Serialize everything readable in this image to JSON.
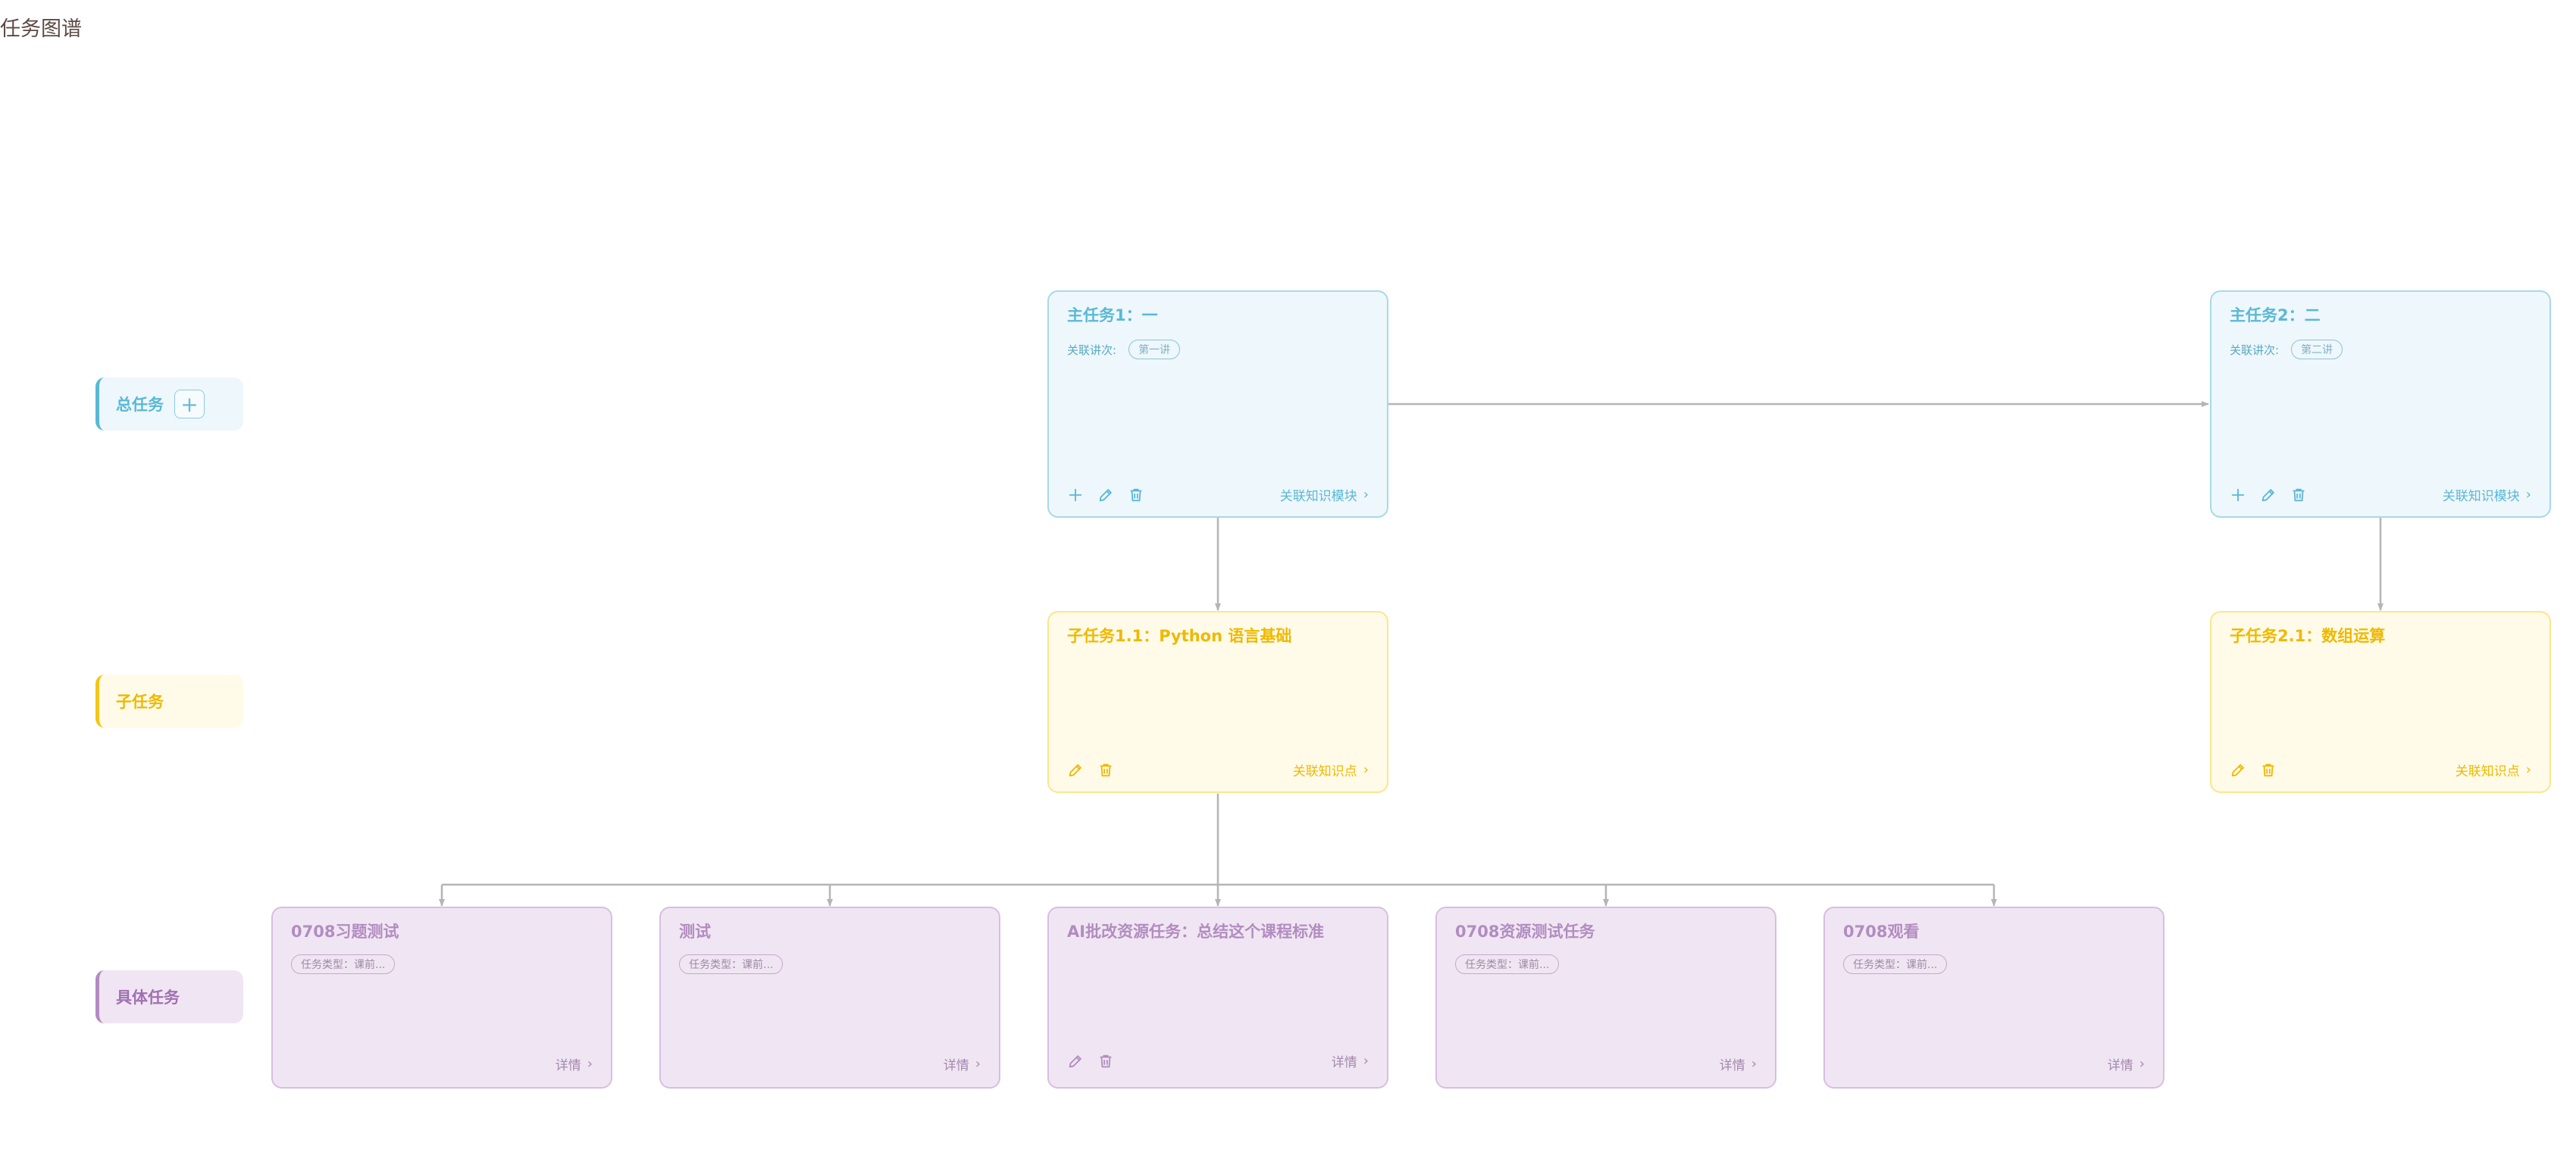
{
  "page": {
    "title": "任务图谱"
  },
  "lanes": {
    "main": {
      "label": "总任务",
      "add": "+"
    },
    "sub": {
      "label": "子任务"
    },
    "task": {
      "label": "具体任务"
    }
  },
  "main_tasks": [
    {
      "title": "主任务1：一",
      "lecture_label": "关联讲次:",
      "lecture": "第一讲",
      "link": "关联知识模块"
    },
    {
      "title": "主任务2：二",
      "lecture_label": "关联讲次:",
      "lecture": "第二讲",
      "link": "关联知识模块"
    }
  ],
  "sub_tasks": [
    {
      "title": "子任务1.1：Python 语言基础",
      "link": "关联知识点"
    },
    {
      "title": "子任务2.1：数组运算",
      "link": "关联知识点"
    }
  ],
  "tasks": [
    {
      "title": "0708习题测试",
      "type": "任务类型：课前...",
      "link": "详情"
    },
    {
      "title": "测试",
      "type": "任务类型：课前...",
      "link": "详情"
    },
    {
      "title": "AI批改资源任务：总结这个课程标准",
      "link": "详情"
    },
    {
      "title": "0708资源测试任务",
      "type": "任务类型：课前...",
      "link": "详情"
    },
    {
      "title": "0708观看",
      "type": "任务类型：课前...",
      "link": "详情"
    }
  ],
  "icons": {
    "add": "plus-icon",
    "edit": "pencil-icon",
    "delete": "trash-icon",
    "more": "chevron-right-icon"
  },
  "colors": {
    "main": "#5ab8d6",
    "sub": "#f0b800",
    "task": "#b28cc0",
    "connector": "#b5b5b5"
  }
}
